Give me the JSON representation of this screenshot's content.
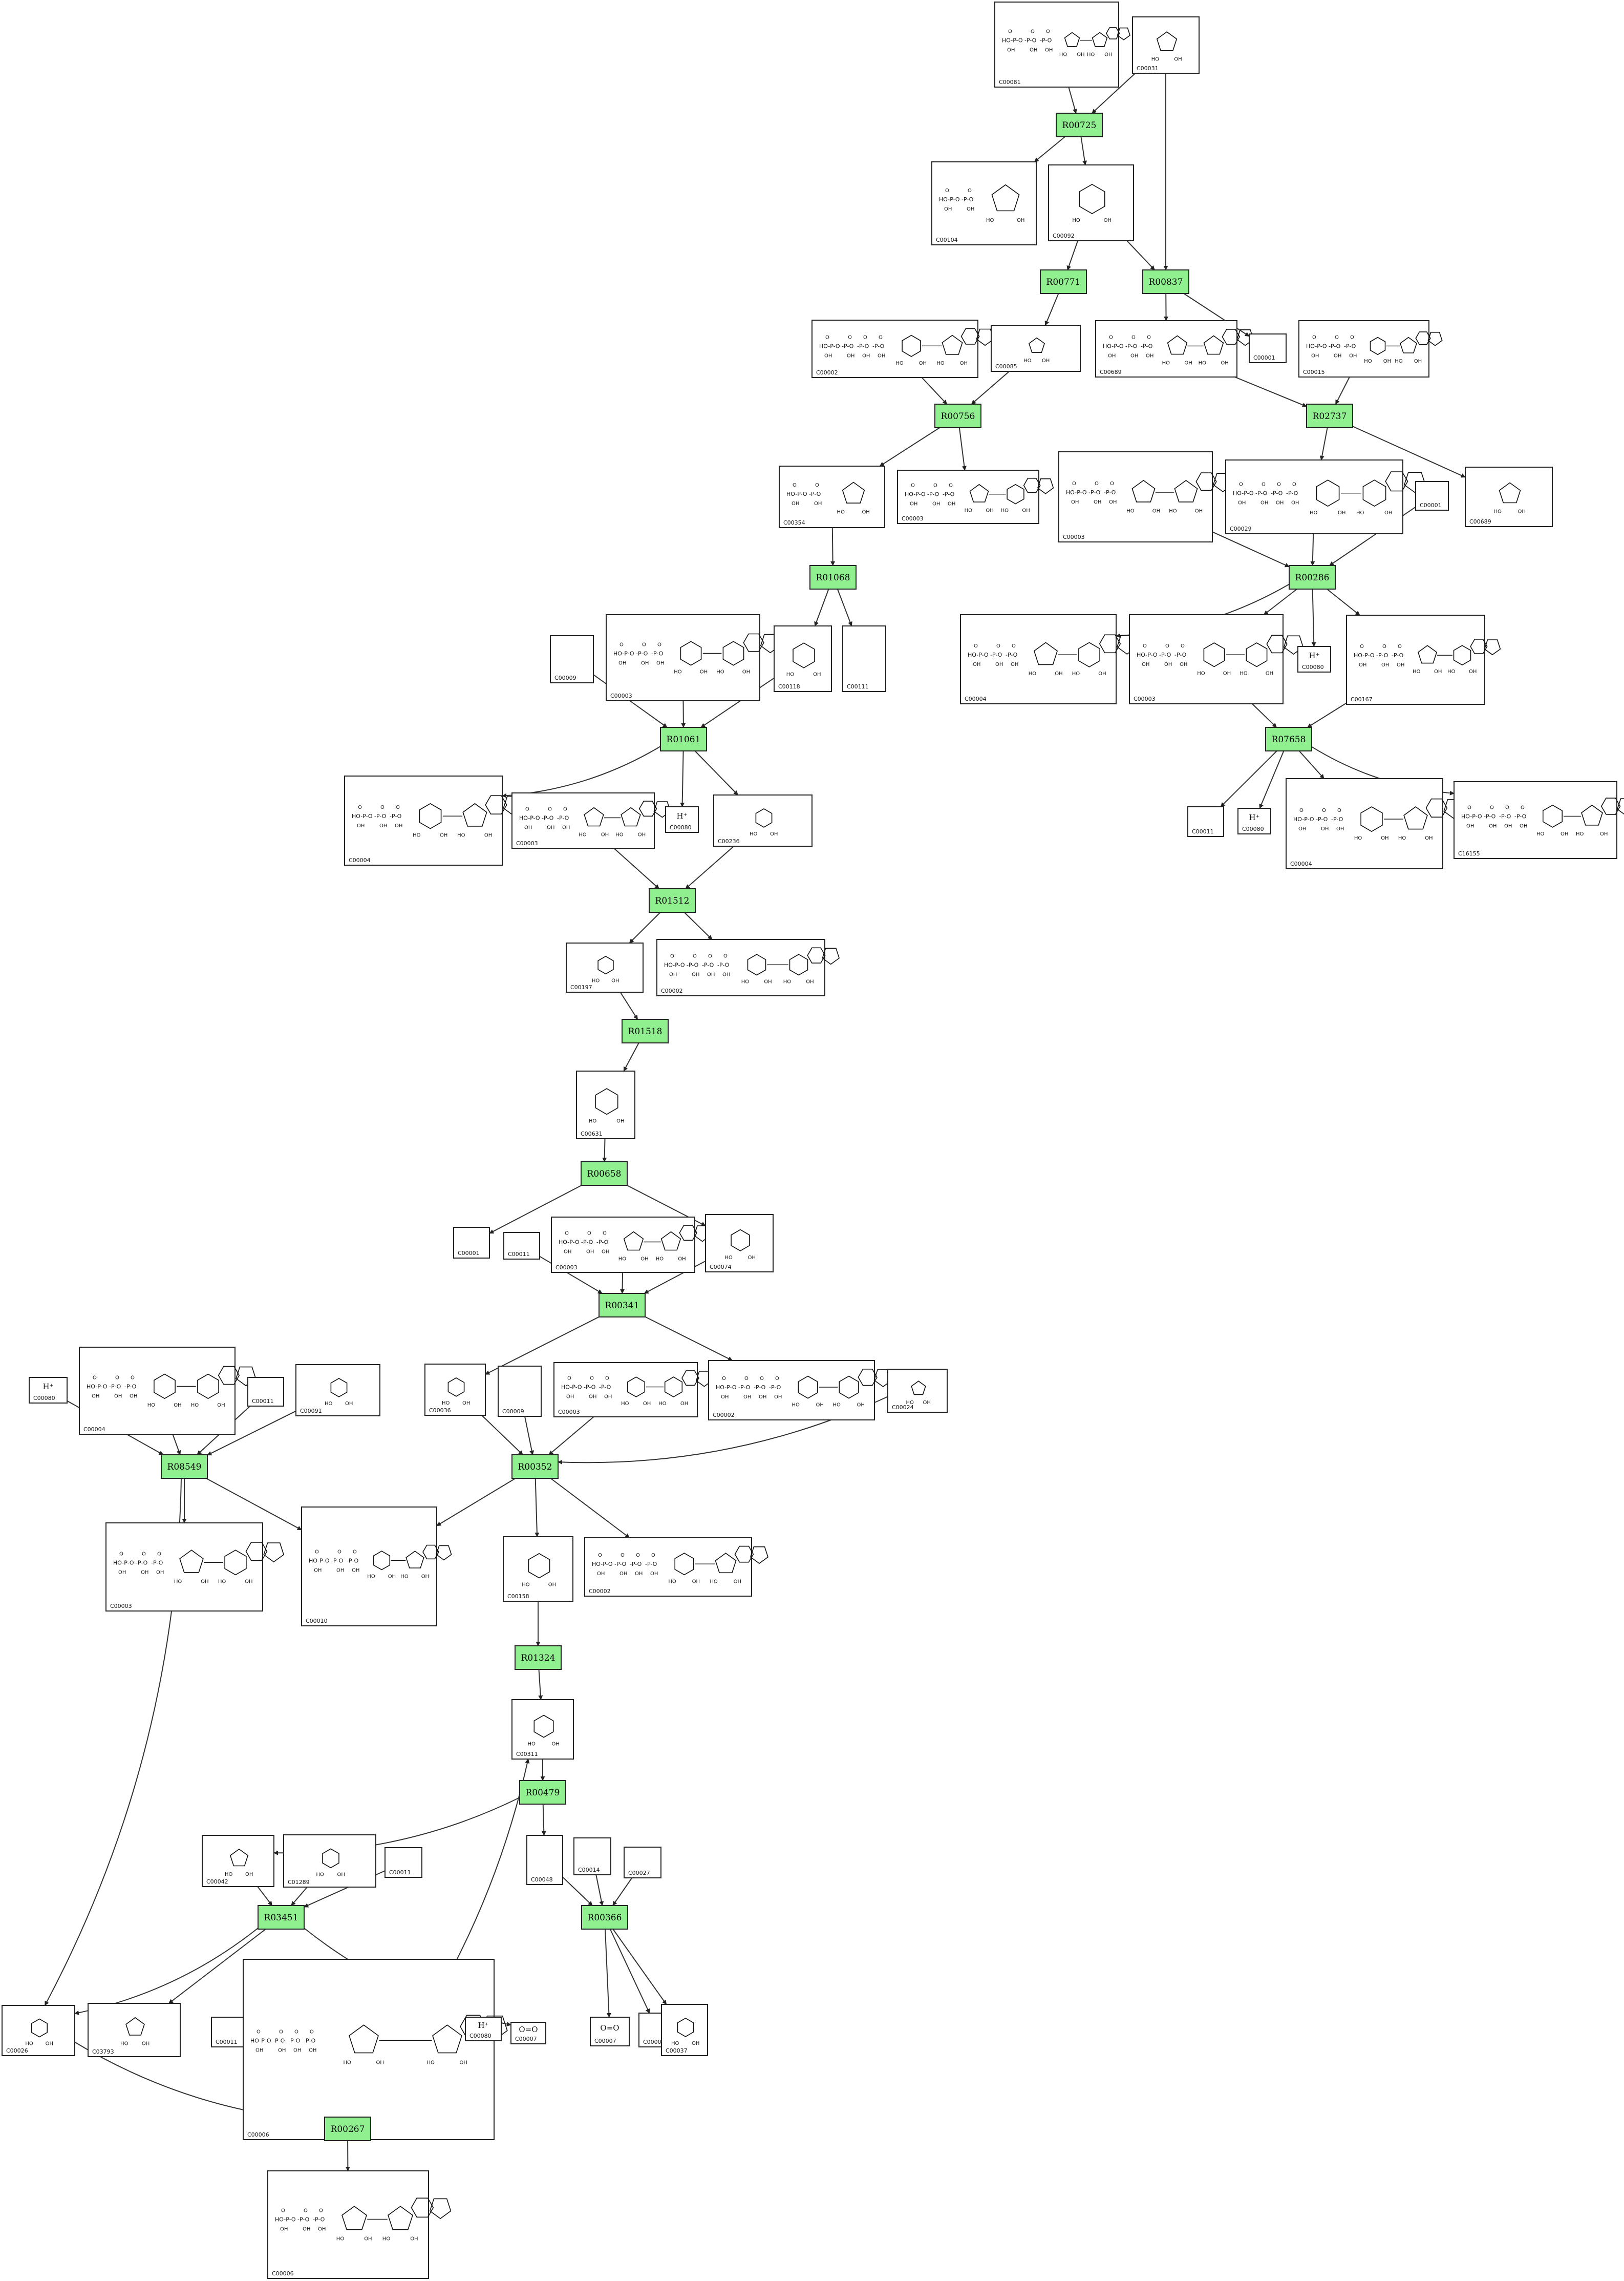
{
  "colors": {
    "reaction_fill": "#90f090",
    "reaction_stroke": "#222222",
    "box_stroke": "#222222",
    "edge": "#333333",
    "structure": "#111111"
  },
  "reactions": [
    {
      "id": "R00725",
      "label": "R00725"
    },
    {
      "id": "R00771",
      "label": "R00771"
    },
    {
      "id": "R00837",
      "label": "R00837"
    },
    {
      "id": "R00756",
      "label": "R00756"
    },
    {
      "id": "R02737",
      "label": "R02737"
    },
    {
      "id": "R01068",
      "label": "R01068"
    },
    {
      "id": "R00286",
      "label": "R00286"
    },
    {
      "id": "R01061",
      "label": "R01061"
    },
    {
      "id": "R07658",
      "label": "R07658"
    },
    {
      "id": "R01512",
      "label": "R01512"
    },
    {
      "id": "R01518",
      "label": "R01518"
    },
    {
      "id": "R00658",
      "label": "R00658"
    },
    {
      "id": "R00341",
      "label": "R00341"
    },
    {
      "id": "R08549",
      "label": "R08549"
    },
    {
      "id": "R00352",
      "label": "R00352"
    },
    {
      "id": "R01324",
      "label": "R01324"
    },
    {
      "id": "R00479",
      "label": "R00479"
    },
    {
      "id": "R03451",
      "label": "R03451"
    },
    {
      "id": "R00366",
      "label": "R00366"
    },
    {
      "id": "R00267",
      "label": "R00267"
    }
  ],
  "compounds": [
    {
      "id": "n1",
      "label": "C00081",
      "text": ""
    },
    {
      "id": "n2",
      "label": "C00031",
      "text": ""
    },
    {
      "id": "n3",
      "label": "C00104",
      "text": ""
    },
    {
      "id": "n4",
      "label": "C00092",
      "text": ""
    },
    {
      "id": "n5",
      "label": "C00002",
      "text": ""
    },
    {
      "id": "n6",
      "label": "C00085",
      "text": ""
    },
    {
      "id": "n7",
      "label": "C00689",
      "text": ""
    },
    {
      "id": "n8",
      "label": "C00001",
      "text": ""
    },
    {
      "id": "n9",
      "label": "C00015",
      "text": ""
    },
    {
      "id": "n10",
      "label": "C00354",
      "text": ""
    },
    {
      "id": "n11",
      "label": "C00003",
      "text": ""
    },
    {
      "id": "n12",
      "label": "C00003",
      "text": ""
    },
    {
      "id": "n13",
      "label": "C00029",
      "text": ""
    },
    {
      "id": "n14",
      "label": "C00001",
      "text": ""
    },
    {
      "id": "n15",
      "label": "C00689",
      "text": ""
    },
    {
      "id": "n16",
      "label": "C00009",
      "text": ""
    },
    {
      "id": "n17",
      "label": "C00003",
      "text": ""
    },
    {
      "id": "n18",
      "label": "C00118",
      "text": ""
    },
    {
      "id": "n19",
      "label": "C00111",
      "text": ""
    },
    {
      "id": "n20",
      "label": "C00004",
      "text": ""
    },
    {
      "id": "n21",
      "label": "C00003",
      "text": ""
    },
    {
      "id": "n22",
      "label": "C00080",
      "text": "H⁺"
    },
    {
      "id": "n23",
      "label": "C00167",
      "text": ""
    },
    {
      "id": "n24",
      "label": "C00004",
      "text": ""
    },
    {
      "id": "n25",
      "label": "C00003",
      "text": ""
    },
    {
      "id": "n26",
      "label": "C00080",
      "text": "H⁺"
    },
    {
      "id": "n27",
      "label": "C00236",
      "text": ""
    },
    {
      "id": "n28",
      "label": "C00011",
      "text": ""
    },
    {
      "id": "n29",
      "label": "C00080",
      "text": "H⁺"
    },
    {
      "id": "n30",
      "label": "C00004",
      "text": ""
    },
    {
      "id": "n31",
      "label": "C16155",
      "text": ""
    },
    {
      "id": "n32",
      "label": "C00197",
      "text": ""
    },
    {
      "id": "n33",
      "label": "C00002",
      "text": ""
    },
    {
      "id": "n34",
      "label": "C00631",
      "text": ""
    },
    {
      "id": "n35",
      "label": "C00001",
      "text": ""
    },
    {
      "id": "n36",
      "label": "C00011",
      "text": ""
    },
    {
      "id": "n37",
      "label": "C00003",
      "text": ""
    },
    {
      "id": "n38",
      "label": "C00074",
      "text": ""
    },
    {
      "id": "n39",
      "label": "C00080",
      "text": "H⁺"
    },
    {
      "id": "n40",
      "label": "C00004",
      "text": ""
    },
    {
      "id": "n41",
      "label": "C00011",
      "text": ""
    },
    {
      "id": "n42",
      "label": "C00091",
      "text": ""
    },
    {
      "id": "n43",
      "label": "C00036",
      "text": ""
    },
    {
      "id": "n44",
      "label": "C00009",
      "text": ""
    },
    {
      "id": "n45",
      "label": "C00003",
      "text": ""
    },
    {
      "id": "n46",
      "label": "C00002",
      "text": ""
    },
    {
      "id": "n47",
      "label": "C00024",
      "text": ""
    },
    {
      "id": "n48",
      "label": "C00003",
      "text": ""
    },
    {
      "id": "n49",
      "label": "C00010",
      "text": ""
    },
    {
      "id": "n50",
      "label": "C00158",
      "text": ""
    },
    {
      "id": "n51",
      "label": "C00002",
      "text": ""
    },
    {
      "id": "n52",
      "label": "C00311",
      "text": ""
    },
    {
      "id": "n53",
      "label": "C00042",
      "text": ""
    },
    {
      "id": "n54",
      "label": "C01289",
      "text": ""
    },
    {
      "id": "n55",
      "label": "C00011",
      "text": ""
    },
    {
      "id": "n56",
      "label": "C00048",
      "text": ""
    },
    {
      "id": "n57",
      "label": "C00014",
      "text": ""
    },
    {
      "id": "n58",
      "label": "C00027",
      "text": ""
    },
    {
      "id": "n59",
      "label": "C00026",
      "text": ""
    },
    {
      "id": "n60",
      "label": "C03793",
      "text": ""
    },
    {
      "id": "n61",
      "label": "C00011",
      "text": ""
    },
    {
      "id": "n62",
      "label": "C00006",
      "text": ""
    },
    {
      "id": "n63",
      "label": "C00080",
      "text": "H⁺"
    },
    {
      "id": "n64",
      "label": "C00007",
      "text": "O=O"
    },
    {
      "id": "n65",
      "label": "C00007",
      "text": "O=O"
    },
    {
      "id": "n66",
      "label": "C00001",
      "text": ""
    },
    {
      "id": "n67",
      "label": "C00037",
      "text": ""
    },
    {
      "id": "n68",
      "label": "C00006",
      "text": ""
    }
  ],
  "edges": [
    [
      "n1",
      "R00725"
    ],
    [
      "n2",
      "R00725"
    ],
    [
      "R00725",
      "n3"
    ],
    [
      "R00725",
      "n4"
    ],
    [
      "n2",
      "R00837"
    ],
    [
      "n4",
      "R00771"
    ],
    [
      "n4",
      "R00837"
    ],
    [
      "R00771",
      "n6"
    ],
    [
      "R00837",
      "n7"
    ],
    [
      "R00837",
      "n8"
    ],
    [
      "n5",
      "R00756"
    ],
    [
      "n6",
      "R00756"
    ],
    [
      "n7",
      "R02737"
    ],
    [
      "n9",
      "R02737"
    ],
    [
      "R00756",
      "n10"
    ],
    [
      "R00756",
      "n11"
    ],
    [
      "R02737",
      "n13"
    ],
    [
      "R02737",
      "n15"
    ],
    [
      "n10",
      "R01068"
    ],
    [
      "R01068",
      "n18"
    ],
    [
      "R01068",
      "n19"
    ],
    [
      "n12",
      "R00286"
    ],
    [
      "n13",
      "R00286"
    ],
    [
      "n14",
      "R00286"
    ],
    [
      "R00286",
      "n20"
    ],
    [
      "R00286",
      "n21"
    ],
    [
      "R00286",
      "n22"
    ],
    [
      "R00286",
      "n23"
    ],
    [
      "n16",
      "R01061"
    ],
    [
      "n17",
      "R01061"
    ],
    [
      "n18",
      "R01061"
    ],
    [
      "R01061",
      "n24"
    ],
    [
      "R01061",
      "n26"
    ],
    [
      "R01061",
      "n27"
    ],
    [
      "n21",
      "R07658"
    ],
    [
      "n23",
      "R07658"
    ],
    [
      "R07658",
      "n28"
    ],
    [
      "R07658",
      "n29"
    ],
    [
      "R07658",
      "n30"
    ],
    [
      "R07658",
      "n31"
    ],
    [
      "n25",
      "R01512"
    ],
    [
      "n27",
      "R01512"
    ],
    [
      "R01512",
      "n32"
    ],
    [
      "R01512",
      "n33"
    ],
    [
      "n32",
      "R01518"
    ],
    [
      "R01518",
      "n34"
    ],
    [
      "n34",
      "R00658"
    ],
    [
      "R00658",
      "n35"
    ],
    [
      "R00658",
      "n38"
    ],
    [
      "n36",
      "R00341"
    ],
    [
      "n37",
      "R00341"
    ],
    [
      "n38",
      "R00341"
    ],
    [
      "R00341",
      "n43"
    ],
    [
      "R00341",
      "n46"
    ],
    [
      "n39",
      "R08549"
    ],
    [
      "n40",
      "R08549"
    ],
    [
      "n41",
      "R08549"
    ],
    [
      "n42",
      "R08549"
    ],
    [
      "R08549",
      "n48"
    ],
    [
      "R08549",
      "n49"
    ],
    [
      "R08549",
      "n59"
    ],
    [
      "n43",
      "R00352"
    ],
    [
      "n44",
      "R00352"
    ],
    [
      "n45",
      "R00352"
    ],
    [
      "n47",
      "R00352"
    ],
    [
      "R00352",
      "n49"
    ],
    [
      "R00352",
      "n50"
    ],
    [
      "R00352",
      "n51"
    ],
    [
      "n50",
      "R01324"
    ],
    [
      "R01324",
      "n52"
    ],
    [
      "n52",
      "R00479"
    ],
    [
      "R00479",
      "n53"
    ],
    [
      "R00479",
      "n56"
    ],
    [
      "n53",
      "R03451"
    ],
    [
      "n54",
      "R03451"
    ],
    [
      "n55",
      "R03451"
    ],
    [
      "R03451",
      "n59"
    ],
    [
      "R03451",
      "n60"
    ],
    [
      "R03451",
      "n64"
    ],
    [
      "n56",
      "R00366"
    ],
    [
      "n57",
      "R00366"
    ],
    [
      "n58",
      "R00366"
    ],
    [
      "R00366",
      "n65"
    ],
    [
      "R00366",
      "n66"
    ],
    [
      "R00366",
      "n67"
    ],
    [
      "n59",
      "R00267"
    ],
    [
      "n61",
      "R00267"
    ],
    [
      "n62",
      "R00267"
    ],
    [
      "n63",
      "R00267"
    ],
    [
      "R00267",
      "n52"
    ],
    [
      "R00267",
      "n68"
    ]
  ]
}
